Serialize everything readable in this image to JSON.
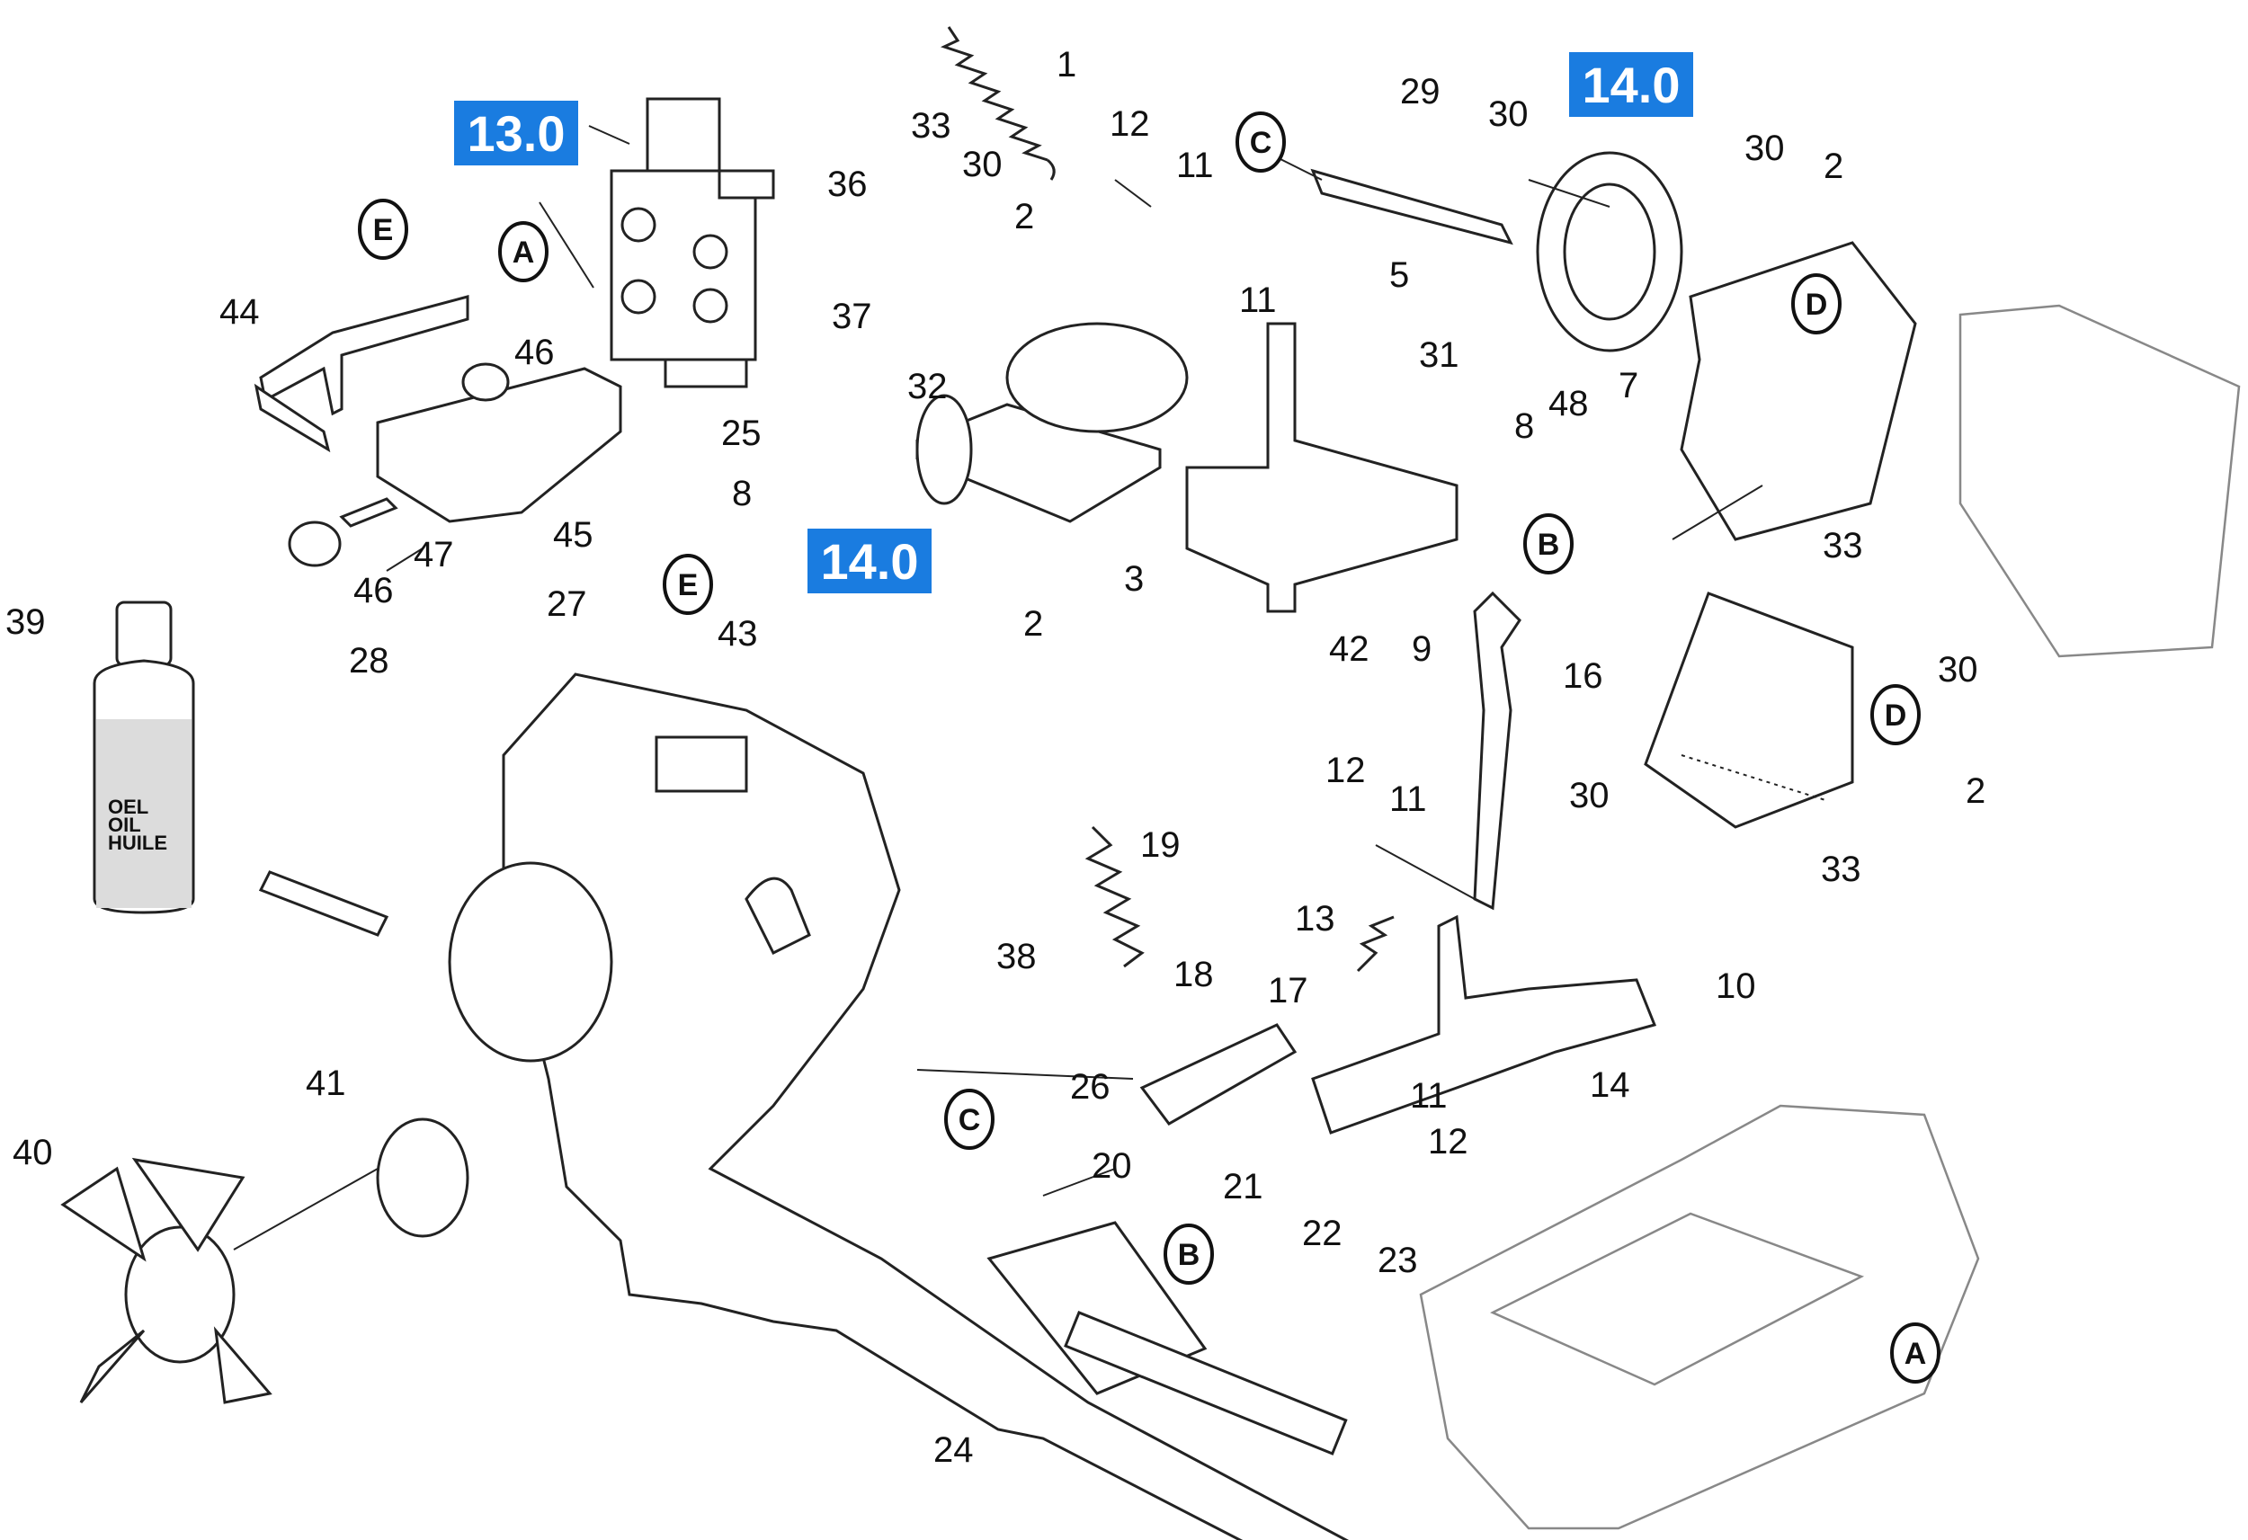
{
  "diagram": {
    "callouts": [
      "13.0",
      "14.0",
      "14.0"
    ],
    "bottle_text": [
      "OEL",
      "OIL",
      "HUILE"
    ],
    "refs": [
      "A",
      "A",
      "B",
      "B",
      "C",
      "C",
      "D",
      "D",
      "E",
      "E"
    ],
    "part_numbers": [
      "1",
      "2",
      "2",
      "2",
      "2",
      "3",
      "5",
      "7",
      "8",
      "8",
      "9",
      "10",
      "11",
      "11",
      "11",
      "11",
      "12",
      "12",
      "12",
      "13",
      "14",
      "16",
      "17",
      "18",
      "19",
      "20",
      "21",
      "22",
      "23",
      "24",
      "25",
      "26",
      "27",
      "28",
      "29",
      "30",
      "30",
      "30",
      "30",
      "30",
      "31",
      "32",
      "33",
      "33",
      "33",
      "36",
      "37",
      "38",
      "39",
      "40",
      "41",
      "42",
      "43",
      "44",
      "45",
      "46",
      "46",
      "47",
      "48"
    ]
  }
}
